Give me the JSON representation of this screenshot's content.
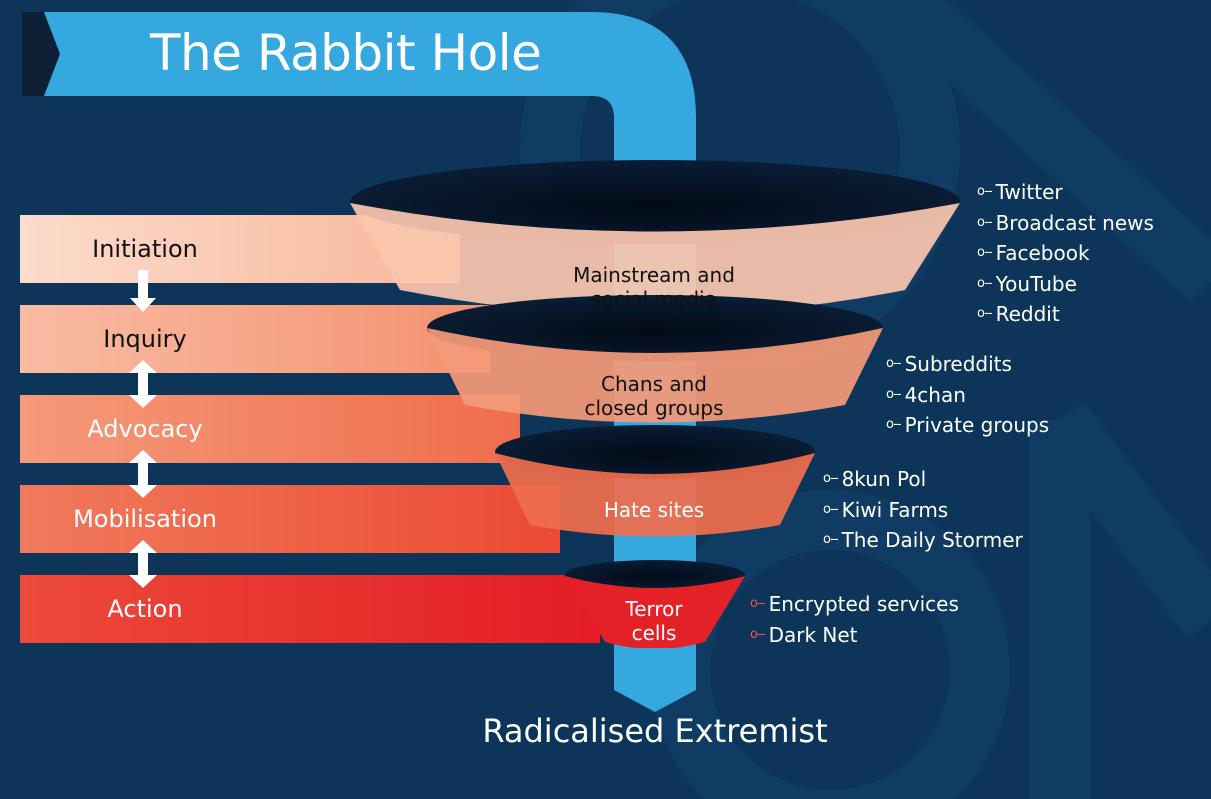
{
  "title": "The Rabbit Hole",
  "stages": [
    "Initiation",
    "Inquiry",
    "Advocacy",
    "Mobilisation",
    "Action"
  ],
  "funnel": [
    {
      "label_lines": [
        "Mainstream and",
        "social media"
      ],
      "platforms": [
        "Twitter",
        "Broadcast news",
        "Facebook",
        "YouTube",
        "Reddit"
      ]
    },
    {
      "label_lines": [
        "Chans and",
        "closed groups"
      ],
      "platforms": [
        "Subreddits",
        "4chan",
        "Private groups"
      ]
    },
    {
      "label_lines": [
        "Hate sites"
      ],
      "platforms": [
        "8kun Pol",
        "Kiwi Farms",
        "The Daily Stormer"
      ]
    },
    {
      "label_lines": [
        "Terror",
        "cells"
      ],
      "platforms": [
        "Encrypted services",
        "Dark Net"
      ]
    }
  ],
  "footer": "Radicalised Extremist",
  "colors": {
    "background": "#0d3559",
    "pipe": "#35a8e0",
    "stage_gradient": [
      "#fbd3bf",
      "#f7a886",
      "#f27e5e",
      "#ee5a3e",
      "#e8262a"
    ],
    "funnel_tiers": [
      "#fac6ae",
      "#f49a78",
      "#ef6e4c",
      "#e42126"
    ]
  },
  "icons": {
    "bullet": "connector-dot-dash",
    "arrow_down": "arrow-down-icon",
    "arrow_both": "double-arrow-icon"
  }
}
